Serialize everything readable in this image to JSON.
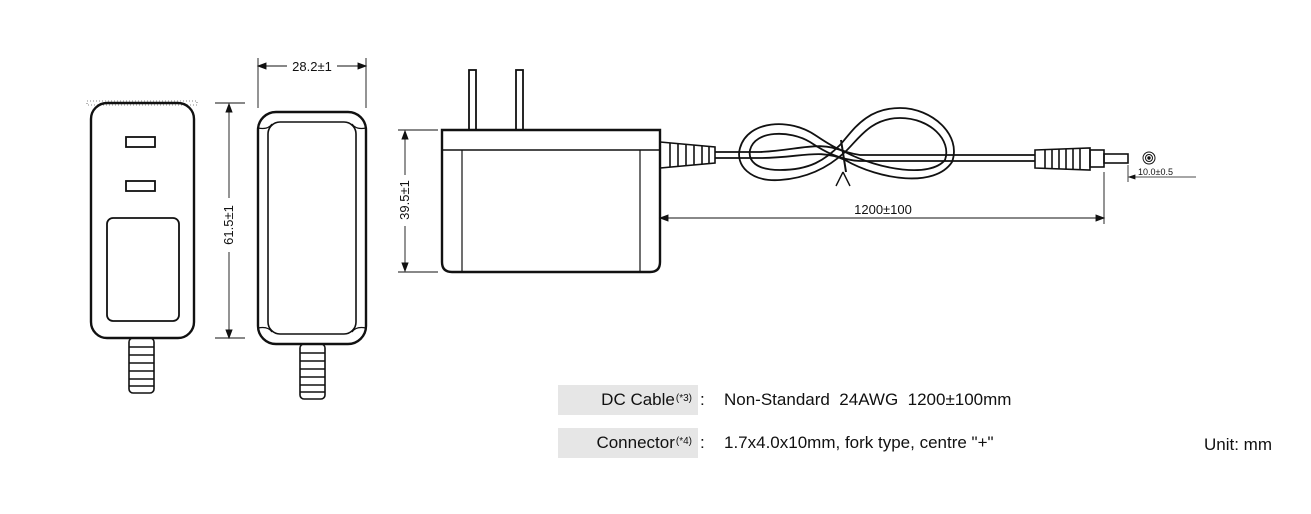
{
  "dimensions": {
    "front_height": "61.5±1",
    "side_width": "28.2±1",
    "profile_height": "39.5±1",
    "cable_length": "1200±100",
    "connector_length": "10.0±0.5"
  },
  "specs": [
    {
      "label": "DC Cable",
      "note": "(*3)",
      "colon": ":",
      "value": "Non-Standard  24AWG  1200±100mm"
    },
    {
      "label": "Connector",
      "note": "(*4)",
      "colon": ":",
      "value": "1.7x4.0x10mm, fork type, centre \"+\""
    }
  ],
  "unit": "Unit: mm"
}
